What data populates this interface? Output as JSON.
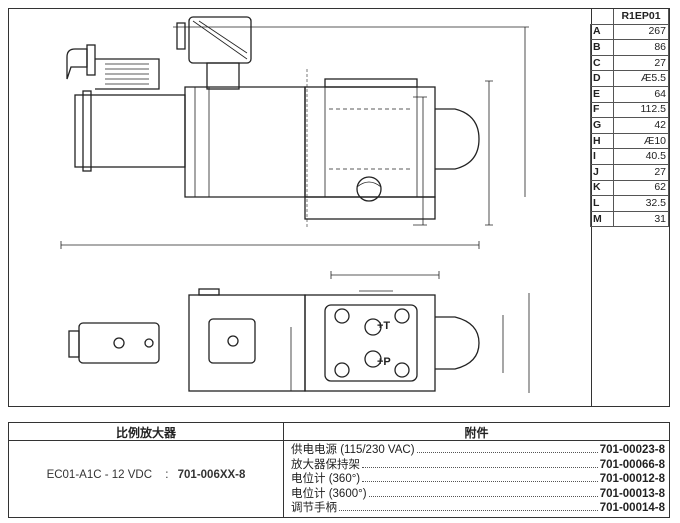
{
  "dimension_table": {
    "header": "R1EP01",
    "rows": [
      {
        "letter": "A",
        "value": "267"
      },
      {
        "letter": "B",
        "value": "86"
      },
      {
        "letter": "C",
        "value": "27"
      },
      {
        "letter": "D",
        "value": "Æ5.5"
      },
      {
        "letter": "E",
        "value": "64"
      },
      {
        "letter": "F",
        "value": "112.5"
      },
      {
        "letter": "G",
        "value": "42"
      },
      {
        "letter": "H",
        "value": "Æ10"
      },
      {
        "letter": "I",
        "value": "40.5"
      },
      {
        "letter": "J",
        "value": "27"
      },
      {
        "letter": "K",
        "value": "62"
      },
      {
        "letter": "L",
        "value": "32.5"
      },
      {
        "letter": "M",
        "value": "31"
      }
    ]
  },
  "drawing": {
    "port_t": "+T",
    "port_p": "+P"
  },
  "amplifier": {
    "header": "比例放大器",
    "model": "EC01-A1C - 12 VDC",
    "separator": ":",
    "code": "701-006XX-8"
  },
  "accessories": {
    "header": "附件",
    "items": [
      {
        "name": "供电电源 (115/230 VAC)",
        "code": "701-00023-8"
      },
      {
        "name": "放大器保持架",
        "code": "701-00066-8"
      },
      {
        "name": "电位计 (360°)",
        "code": "701-00012-8"
      },
      {
        "name": "电位计 (3600°)",
        "code": "701-00013-8"
      },
      {
        "name": "调节手柄",
        "code": "701-00014-8"
      }
    ]
  }
}
